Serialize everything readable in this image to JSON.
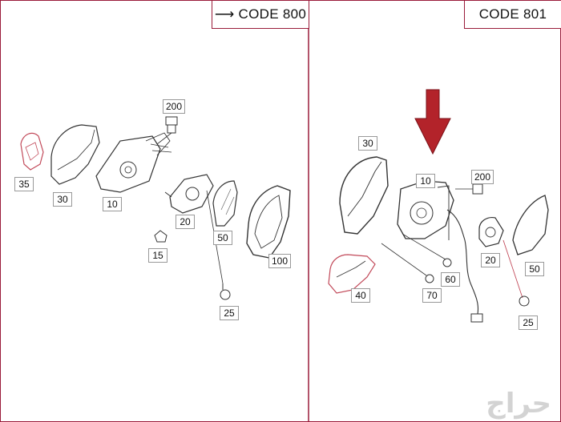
{
  "panels": {
    "left": {
      "code_label": "CODE 800"
    },
    "right": {
      "code_label": "CODE 801"
    }
  },
  "left_parts": [
    "200",
    "35",
    "30",
    "10",
    "20",
    "50",
    "15",
    "100",
    "25"
  ],
  "right_parts": [
    "30",
    "10",
    "200",
    "60",
    "70",
    "40",
    "20",
    "50",
    "25"
  ],
  "watermark": "حراج",
  "colors": {
    "frame": "#9a1b3a",
    "arrow": "#b3232a",
    "line": "#333333",
    "highlight": "#c24a5a"
  }
}
